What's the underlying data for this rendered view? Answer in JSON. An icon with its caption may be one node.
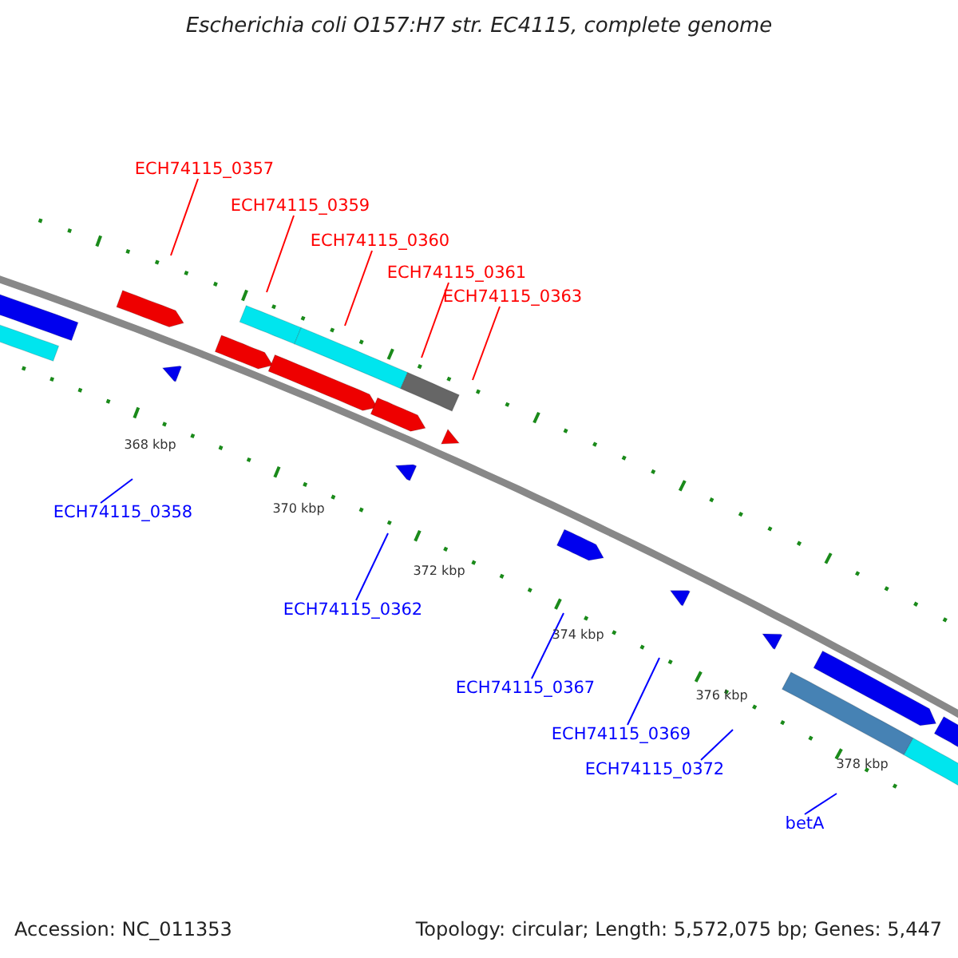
{
  "diagram": {
    "title": "Escherichia coli O157:H7 str. EC4115, complete genome",
    "nodes": [
      {
        "text": [
          "ECH74115_0357"
        ]
      },
      {
        "text": [
          "ECH74115_0359"
        ]
      },
      {
        "text": [
          "ECH74115_0360"
        ]
      },
      {
        "text": [
          "ECH74115_0361"
        ]
      },
      {
        "text": [
          "ECH74115_0363"
        ]
      },
      {
        "text": [
          "ECH74115_0358"
        ]
      },
      {
        "text": [
          "ECH74115_0362"
        ]
      },
      {
        "text": [
          "ECH74115_0367"
        ]
      },
      {
        "text": [
          "ECH74115_0369"
        ]
      },
      {
        "text": [
          "ECH74115_0372"
        ]
      },
      {
        "text": [
          "betA"
        ]
      }
    ],
    "edges": [
      {
        "from": 0,
        "to": null,
        "arrow": "none",
        "color": "#ff0000"
      },
      {
        "from": 1,
        "to": null,
        "arrow": "none",
        "color": "#ff0000"
      },
      {
        "from": 2,
        "to": null,
        "arrow": "none",
        "color": "#ff0000"
      },
      {
        "from": 3,
        "to": null,
        "arrow": "none",
        "color": "#ff0000"
      },
      {
        "from": 4,
        "to": null,
        "arrow": "none",
        "color": "#ff0000"
      },
      {
        "from": 5,
        "to": null,
        "arrow": "none"
      },
      {
        "from": 6,
        "to": null,
        "arrow": "none"
      },
      {
        "from": 7,
        "to": null,
        "arrow": "none"
      },
      {
        "from": 8,
        "to": null,
        "arrow": "none"
      },
      {
        "from": 9,
        "to": null,
        "arrow": "none"
      },
      {
        "from": 10,
        "to": null,
        "arrow": "none"
      }
    ],
    "labels": [
      "368 kbp",
      "370 kbp",
      "372 kbp",
      "374 kbp",
      "376 kbp",
      "378 kbp",
      "Accession: NC_011353",
      "Topology: circular; Length: 5,572,075 bp; Genes: 5,447"
    ]
  }
}
